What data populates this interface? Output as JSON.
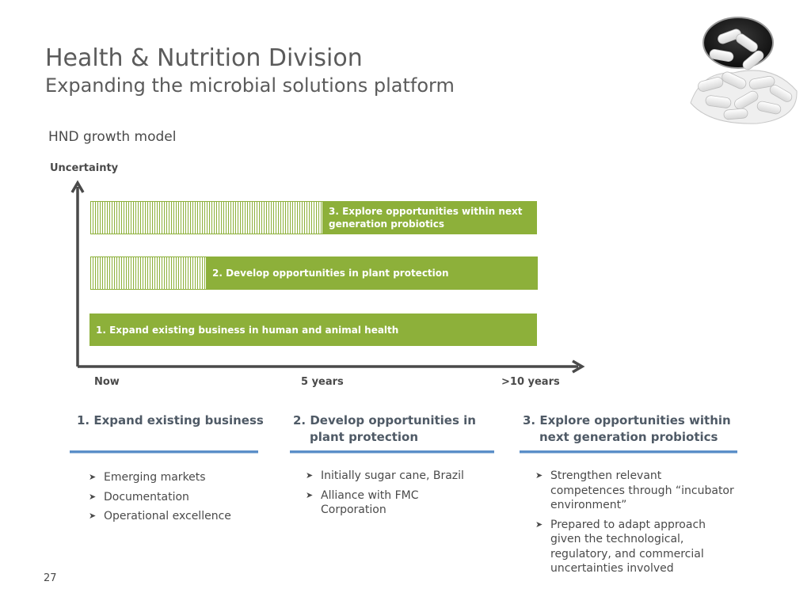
{
  "header": {
    "title": "Health & Nutrition Division",
    "subtitle": "Expanding the microbial solutions platform"
  },
  "section_label": "HND growth model",
  "diagram": {
    "y_axis_label": "Uncertainty",
    "x_ticks": [
      "Now",
      "5 years",
      ">10 years"
    ],
    "bars": [
      {
        "label": "3. Explore opportunities within next generation probiotics",
        "hatched_fraction": 0.52
      },
      {
        "label": "2. Develop opportunities in plant protection",
        "hatched_fraction": 0.26
      },
      {
        "label": "1. Expand existing business in human and animal health",
        "hatched_fraction": 0.0
      }
    ],
    "accent_color": "#8db03a"
  },
  "columns": [
    {
      "heading_line1": "1. Expand existing business",
      "heading_line2": "",
      "bullets": [
        "Emerging markets",
        "Documentation",
        "Operational excellence"
      ]
    },
    {
      "heading_line1": "2. Develop opportunities in",
      "heading_line2": "plant protection",
      "bullets": [
        "Initially sugar cane, Brazil",
        "Alliance with FMC Corporation"
      ]
    },
    {
      "heading_line1": "3. Explore opportunities within",
      "heading_line2": "next generation probiotics",
      "bullets": [
        "Strengthen relevant competences through “incubator environment”",
        "Prepared to adapt approach given the technological, regulatory, and commercial uncertainties involved"
      ]
    }
  ],
  "rule_color": "#5b8fc9",
  "page_number": "27"
}
